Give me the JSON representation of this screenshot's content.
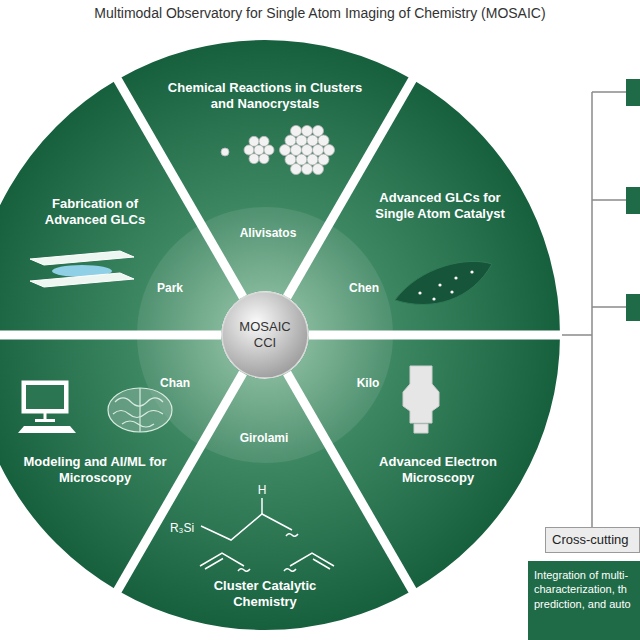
{
  "diagram": {
    "title": "Multimodal Observatory for Single Atom Imaging of Chemistry (MOSAIC)",
    "nodes": [
      {
        "text": [
          "Chemical Reactions in Clusters and Nanocrystals",
          "Alivisatos"
        ]
      },
      {
        "text": [
          "Fabrication of Advanced GLCs",
          "Park"
        ]
      },
      {
        "text": [
          "Advanced GLCs for Single Atom Catalyst",
          "Chen"
        ]
      },
      {
        "text": [
          "MOSAIC CCI"
        ]
      },
      {
        "text": [
          "Modeling and AI/ML for Microscopy",
          "Chan"
        ]
      },
      {
        "text": [
          "Advanced Electron Microscopy",
          "Kilo"
        ]
      },
      {
        "text": [
          "Cluster Catalytic Chemistry",
          "Girolami"
        ]
      },
      {
        "text": [
          "Cross-cutting"
        ]
      },
      {
        "text": [
          "Integration of multi- characterization, th prediction, and auto"
        ]
      }
    ],
    "labels": [
      "R₃Si",
      "H"
    ]
  }
}
